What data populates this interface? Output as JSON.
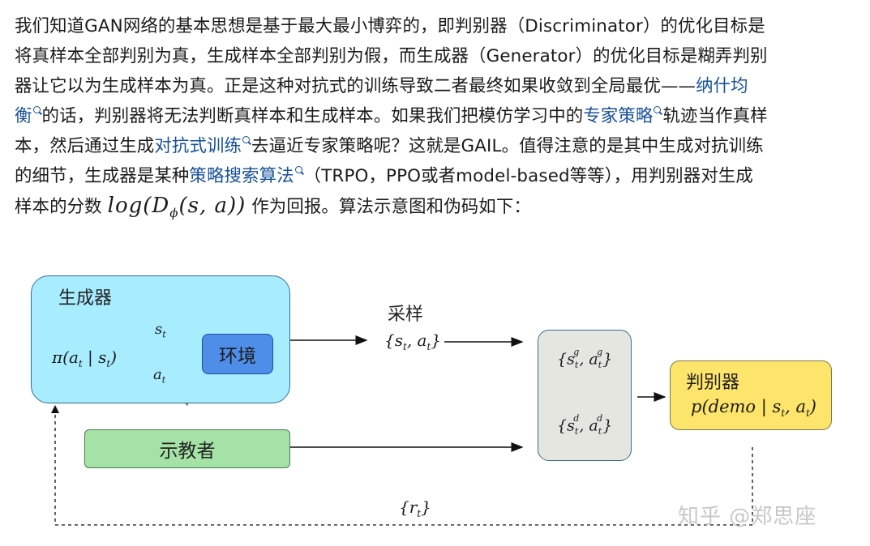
{
  "paragraph": {
    "l1": "我们知道GAN网络的基本思想是基于最大最小博弈的，即判别器（Discriminator）的优化目标是",
    "l2": "将真样本全部判别为真，生成样本全部判别为假，而生成器（Generator）的优化目标是糊弄判别",
    "l3a": "器让它以为生成样本为真。正是这种对抗式的训练导致二者最终如果收敛到全局最优——",
    "link_nash_a": "纳什均",
    "link_nash_b": "衡",
    "l4a": "的话，判别器将无法判断真样本和生成样本。如果我们把模仿学习中的",
    "link_expert_policy": "专家策略",
    "l4b": "轨迹当作真样",
    "l5a": "本，然后通过生成",
    "link_adv_training": "对抗式训练",
    "l5b": "去逼近专家策略呢？这就是GAIL。值得注意的是其中生成对抗训练",
    "l6a": "的细节，生成器是某种",
    "link_policy_search": "策略搜索算法",
    "l6b": "（TRPO，PPO或者model-based等等），用判别器对生成",
    "l7a": "样本的分数 ",
    "l7b": " 作为回报。算法示意图和伪码如下："
  },
  "diagram": {
    "generator_title": "生成器",
    "env_label": "环境",
    "sample_label": "采样",
    "discriminator_title": "判别器",
    "expert_label": "示教者"
  },
  "watermark": {
    "text": "知乎 @郑思座"
  },
  "colors": {
    "link": "#175199",
    "generator_fill": "#a8ecff",
    "env_fill": "#4f8ee8",
    "buffer_fill": "#e6e6e1",
    "discriminator_fill": "#fde46a",
    "expert_fill": "#a4e2a6"
  }
}
